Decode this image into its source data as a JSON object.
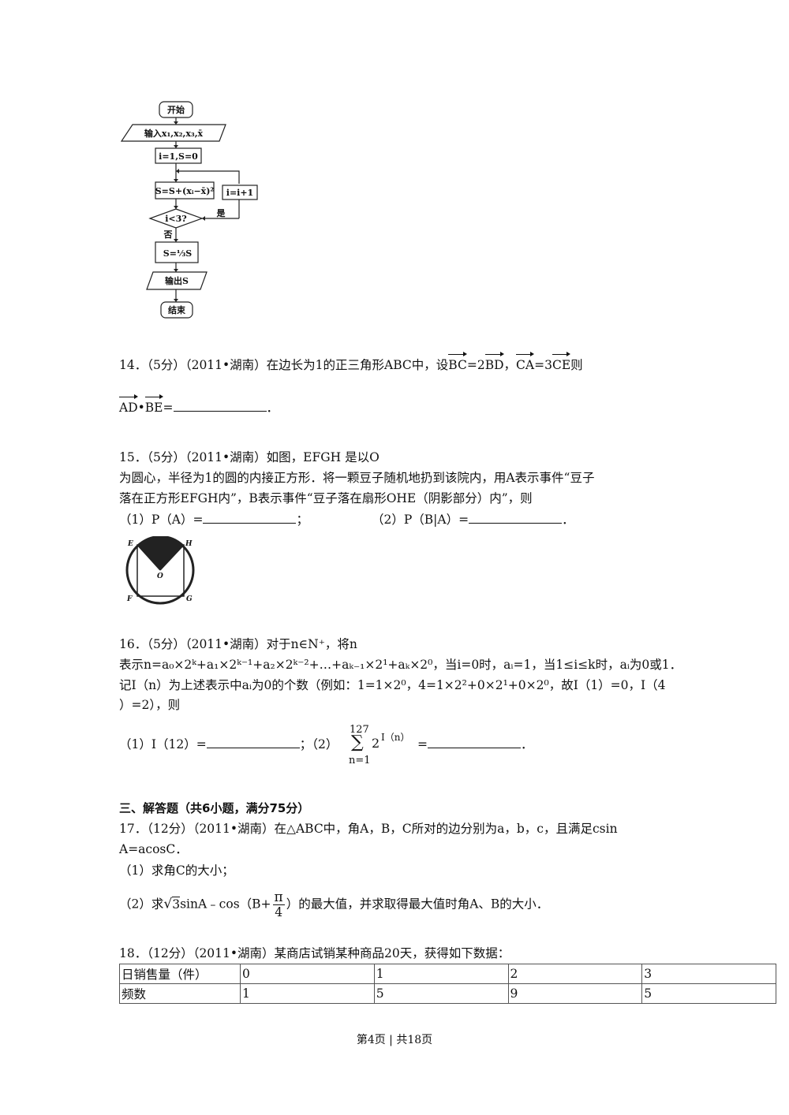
{
  "flowchart": {
    "start": "开始",
    "input": "输入x₁,x₂,x₃,x̄",
    "init": "i=1,S=0",
    "update": "S=S+(xᵢ−x̄)²",
    "increment": "i=i+1",
    "condition": "i<3?",
    "yes": "是",
    "no": "否",
    "scale": "S=⅓S",
    "output": "输出S",
    "end": "结束"
  },
  "q14": {
    "prefix": "14．（5分）（2011•湖南）在边长为1的正三角形ABC中，设",
    "v1": "BC",
    "eq1": "=2",
    "v2": "BD",
    "comma": "，",
    "v3": "CA",
    "eq2": "=3",
    "v4": "CE",
    "suffix": "则",
    "v5": "AD",
    "dot": "•",
    "v6": "BE",
    "eq3": "=",
    "period": "．"
  },
  "q15": {
    "line1": "15．（5分）（2011•湖南）如图，EFGH 是以O",
    "line2": "为圆心，半径为1的圆的内接正方形．将一颗豆子随机地扔到该院内，用A表示事件“豆子",
    "line3": "落在正方形EFGH内”，B表示事件“豆子落在扇形OHE（阴影部分）内”，则",
    "part1": "（1）P（A）=",
    "sep": "；",
    "part2": "（2）P（B|A）=",
    "end": "．",
    "labels": {
      "E": "E",
      "H": "H",
      "O": "O",
      "F": "F",
      "G": "G"
    }
  },
  "q16": {
    "line1": "16．（5分）（2011•湖南）对于n∈N⁺，将n",
    "line2": "表示n=a₀×2ᵏ+a₁×2ᵏ⁻¹+a₂×2ᵏ⁻²+…+aₖ₋₁×2¹+aₖ×2⁰，当i=0时，aᵢ=1，当1≤i≤k时，aᵢ为0或1．",
    "line3": "记I（n）为上述表示中aᵢ为0的个数（例如：1=1×2⁰，4=1×2²+0×2¹+0×2⁰，故I（1）=0，I（4",
    "line4": "）=2），则",
    "part1": "（1）I（12）=",
    "sep": "；（2）",
    "sum_upper": "127",
    "sum_lower": "n=1",
    "sum_body": "2",
    "sum_exp": "I（n）",
    "eq": "=",
    "end": "．"
  },
  "section3": {
    "title": "三、解答题（共6小题，满分75分）"
  },
  "q17": {
    "line1": "17．（12分）（2011•湖南）在△ABC中，角A，B，C所对的边分别为a，b，c，且满足csin",
    "line2": "A=acosC．",
    "line3": "（1）求角C的大小；",
    "part2_prefix": "（2）求",
    "sqrt_val": "3",
    "part2_mid": "sinA﹣cos（B+",
    "frac_num": "π",
    "frac_den": "4",
    "part2_suffix": "）的最大值，并求取得最大值时角A、B的大小．"
  },
  "q18": {
    "line1": "18．（12分）（2011•湖南）某商店试销某种商品20天，获得如下数据：",
    "table": [
      [
        "日销售量（件）",
        "0",
        "1",
        "2",
        "3"
      ],
      [
        "频数",
        "1",
        "5",
        "9",
        "5"
      ]
    ]
  },
  "footer": {
    "text": "第4页 | 共18页"
  }
}
